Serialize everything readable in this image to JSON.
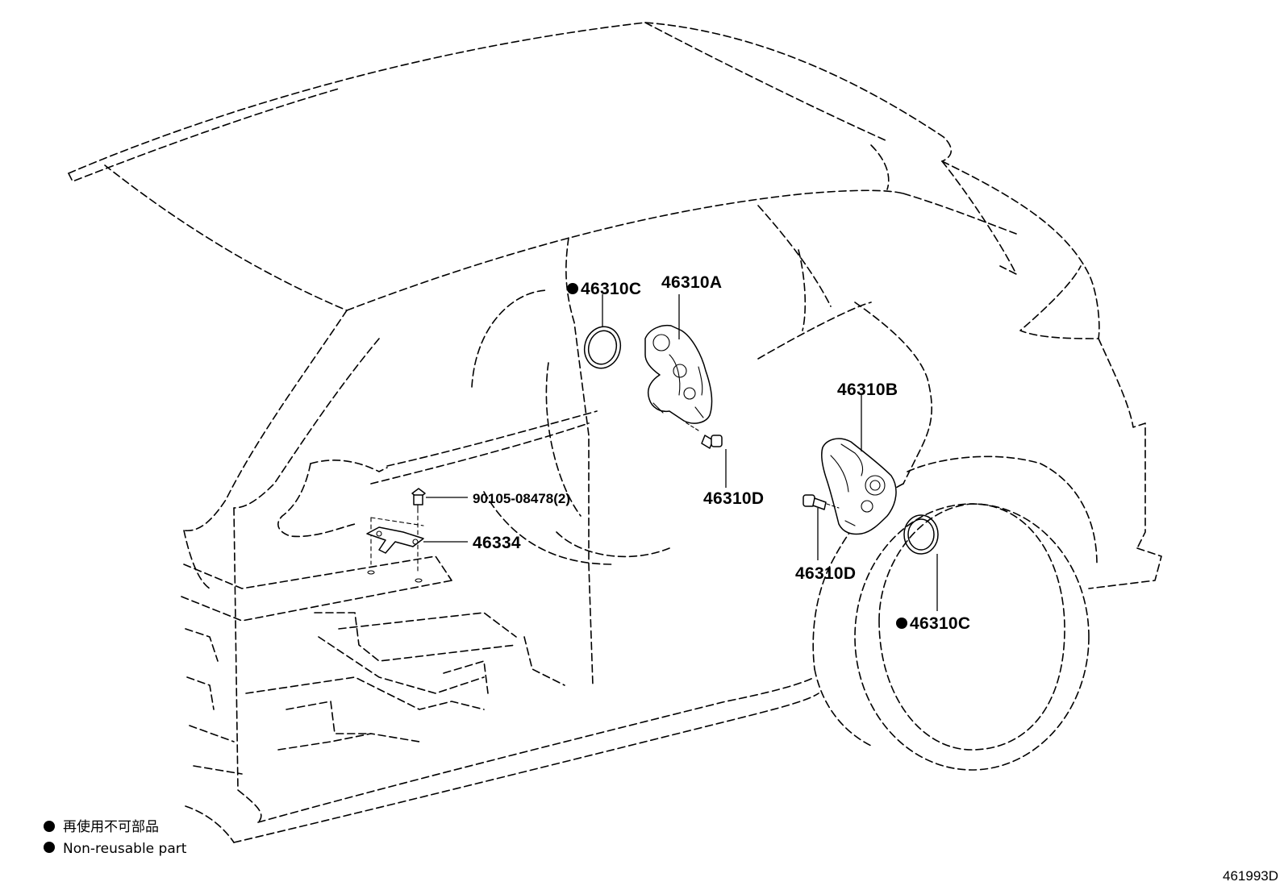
{
  "labels": {
    "seal_top": "46310C",
    "actuator_a": "46310A",
    "actuator_b": "46310B",
    "bolt_top": "46310D",
    "bolt_mid": "46310D",
    "seal_bottom": "46310C",
    "bolt_bracket": "90105-08478(2)",
    "bracket": "46334"
  },
  "legend": {
    "line1": "再使用不可部品",
    "line2": "Non-reusable part"
  },
  "reference_number": "461993D"
}
